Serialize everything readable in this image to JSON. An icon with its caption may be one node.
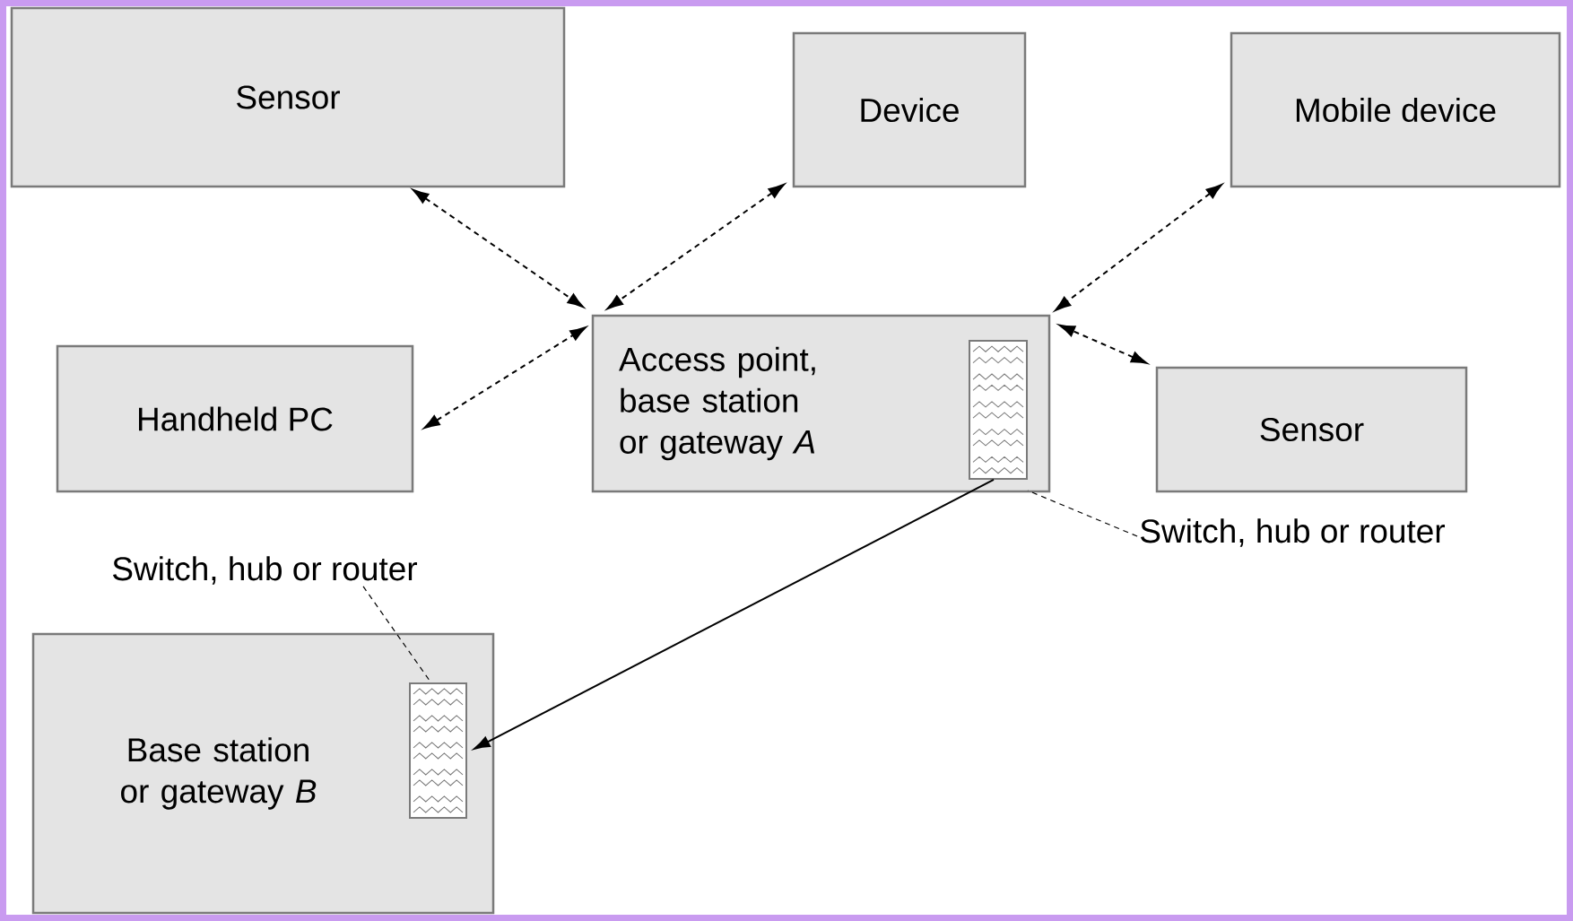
{
  "diagram": {
    "nodes": [
      {
        "text": [
          "Sensor"
        ]
      },
      {
        "text": [
          "Device"
        ]
      },
      {
        "text": [
          "Mobile device"
        ]
      },
      {
        "text": [
          "Handheld PC"
        ]
      },
      {
        "text": [
          "Access point, base station or gateway *A*"
        ]
      },
      {
        "text": [],
        "shape": "box",
        "in": 4
      },
      {
        "text": [
          "Sensor"
        ]
      },
      {
        "text": [
          "Base station or gateway *B*"
        ]
      },
      {
        "text": [],
        "shape": "box",
        "in": 7
      },
      {
        "text": [
          "Switch, hub or router"
        ]
      },
      {
        "text": [
          "Switch, hub or router"
        ]
      }
    ],
    "edges": [
      {
        "from": 0,
        "to": 4,
        "arrow": "both",
        "style": "dashed"
      },
      {
        "from": 1,
        "to": 4,
        "arrow": "both",
        "style": "dashed"
      },
      {
        "from": 3,
        "to": 4,
        "arrow": "both",
        "style": "dashed"
      },
      {
        "from": 2,
        "to": 4,
        "arrow": "both",
        "style": "dashed"
      },
      {
        "from": 6,
        "to": 4,
        "arrow": "both",
        "style": "dashed"
      },
      {
        "from": 5,
        "to": 8,
        "arrow": "to"
      },
      {
        "from": 9,
        "to": 5,
        "arrow": "none",
        "style": "dashed"
      },
      {
        "from": 10,
        "to": 8,
        "arrow": "none",
        "style": "dashed"
      }
    ]
  }
}
